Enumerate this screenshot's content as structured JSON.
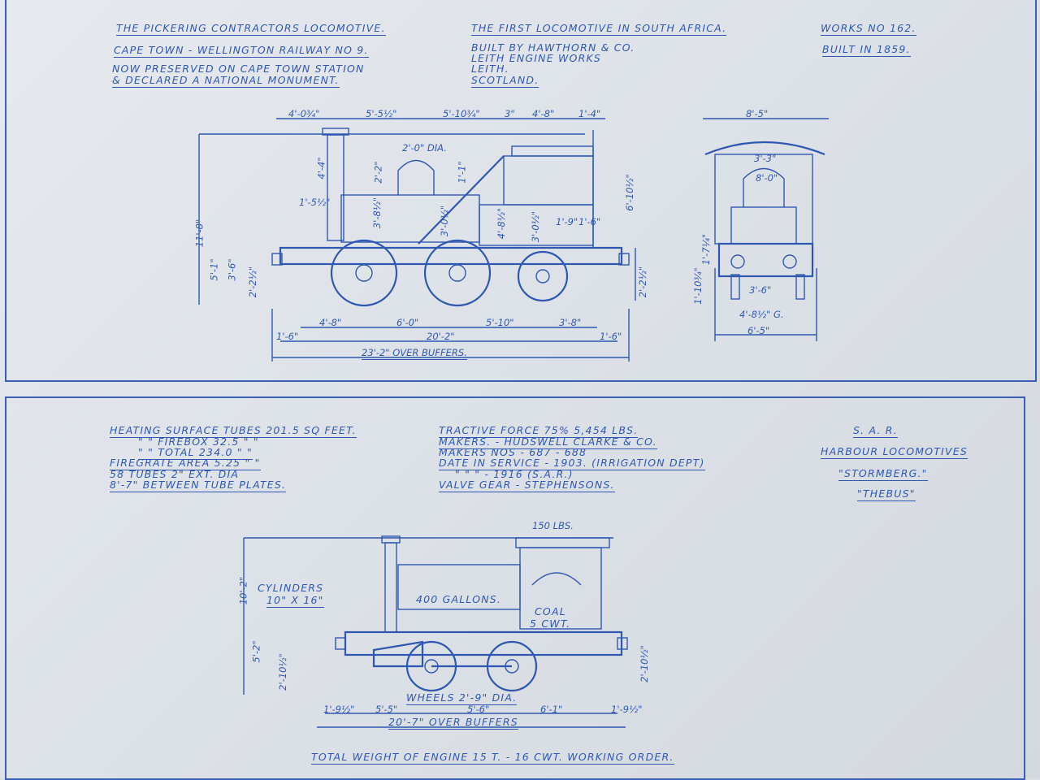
{
  "top": {
    "title_left": [
      "THE PICKERING CONTRACTORS LOCOMOTIVE.",
      "CAPE TOWN - WELLINGTON RAILWAY No 9.",
      "NOW PRESERVED ON CAPE TOWN STATION",
      "& DECLARED A NATIONAL MONUMENT."
    ],
    "title_mid": [
      "THE FIRST LOCOMOTIVE IN SOUTH AFRICA.",
      "BUILT BY HAWTHORN & CO.",
      "LEITH ENGINE WORKS",
      "LEITH.",
      "SCOTLAND."
    ],
    "title_right": [
      "WORKS No 162.",
      "BUILT IN 1859."
    ],
    "dims_top": [
      "4'-0¾\"",
      "5'-5½\"",
      "5'-10¾\"",
      "3\"",
      "4'-8\"",
      "1'-4\""
    ],
    "dims_side": [
      "11'-8\"",
      "4'-4\"",
      "1'-5½\"",
      "5'-1\"",
      "3'-6\"",
      "2'-2½\"",
      "3'-8½\"",
      "2'-2\"",
      "2'-0\" DIA.",
      "1'-1\"",
      "3'-0½\"",
      "4'-8½\"",
      "3'-0½\"",
      "1'-9\"",
      "1'-6\"",
      "6'-10½\"",
      "2'-2½\""
    ],
    "dims_bottom": [
      "4'-8\"",
      "6'-0\"",
      "5'-10\"",
      "3'-8\"",
      "1'-6\"",
      "20'-2\"",
      "1'-6\"",
      "23'-2\" OVER BUFFERS."
    ],
    "end_view": [
      "8'-5\"",
      "3'-3\"",
      "8'-0\"",
      "1'-7¼\"",
      "1'-10¾\"",
      "3'-6\"",
      "4'-8½\" G.",
      "6'-5\""
    ]
  },
  "bottom": {
    "specs_left": [
      "HEATING SURFACE  TUBES  201.5  SQ FEET.",
      "\"       \"      FIREBOX   32.5    \"    \"",
      "\"       \"      TOTAL   234.0    \"    \"",
      "FIREGRATE AREA                5.25    \"    \"",
      "58 TUBES 2\" EXT. DIA",
      "8'-7\" BETWEEN TUBE PLATES."
    ],
    "specs_mid": [
      "TRACTIVE FORCE 75% 5,454 LBS.",
      "MAKERS. - HUDSWELL CLARKE & CO.",
      "MAKERS Nos - 687 - 688",
      "DATE IN SERVICE - 1903. (IRRIGATION DEPT)",
      "\"   \"   \"   - 1916 (S.A.R.)",
      "VALVE GEAR - STEPHENSONS."
    ],
    "specs_right": [
      "S. A. R.",
      "HARBOUR LOCOMOTIVES",
      "\"STORMBERG.\"",
      "\"THEBUS\""
    ],
    "drawing_labels": [
      "150 LBS.",
      "CYLINDERS",
      "10\" x 16\"",
      "400 GALLONS.",
      "COAL",
      "5 CWT.",
      "10'-2\"",
      "5'-2\"",
      "2'-10½\"",
      "2'-10½\"",
      "WHEELS 2'-9\" DIA.",
      "1'-9½\"",
      "5'-5\"",
      "5'-6\"",
      "6'-1\"",
      "1'-9½\"",
      "20'-7\" OVER BUFFERS"
    ],
    "footer": "TOTAL WEIGHT OF ENGINE  15 T. - 16 CWT.  WORKING ORDER."
  }
}
